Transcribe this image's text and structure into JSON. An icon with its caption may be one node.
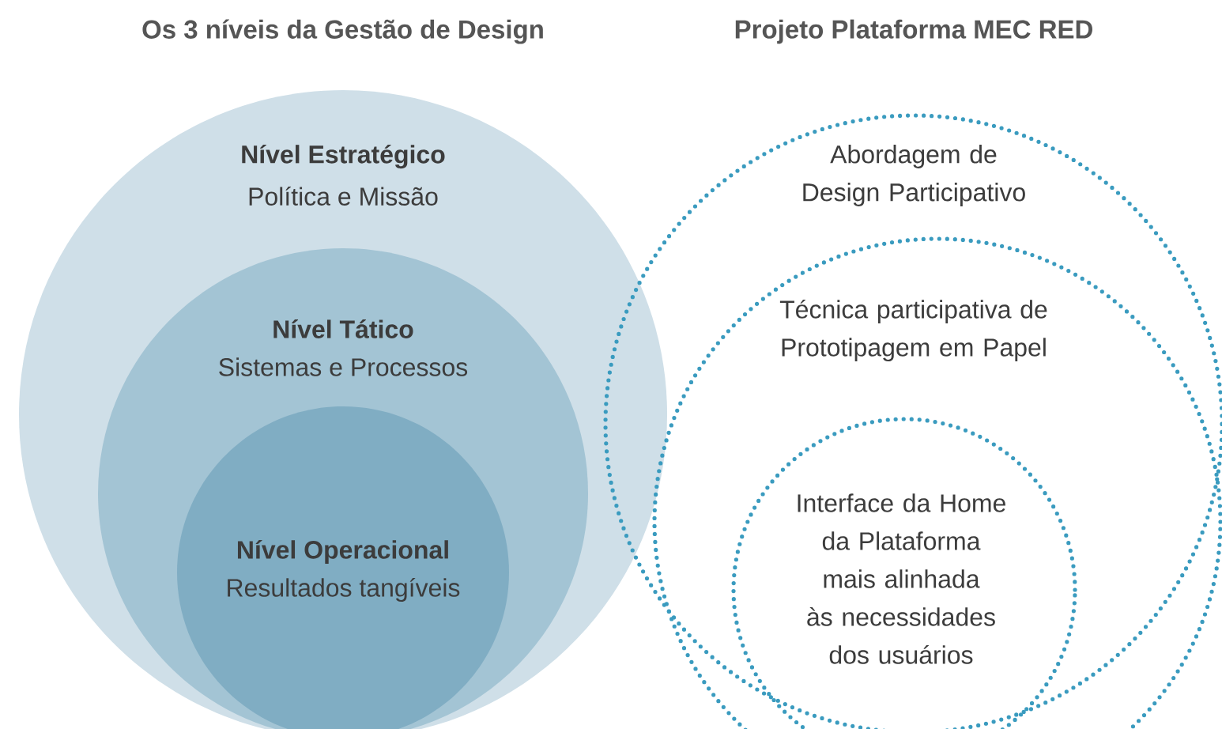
{
  "diagram": {
    "nodes": [
      {
        "text": [
          "Nível Estratégico",
          "Política e Missão"
        ]
      },
      {
        "text": [
          "Nível Tático",
          "Sistemas e Processos"
        ],
        "in": 0
      },
      {
        "text": [
          "Nível Operacional",
          "Resultados tangíveis"
        ],
        "in": 1
      },
      {
        "text": [
          "Abordagem de Design Participativo"
        ]
      },
      {
        "text": [
          "Técnica participativa de Prototipagem em Papel"
        ],
        "in": 3
      },
      {
        "text": [
          "Interface da Home da Plataforma mais alinhada às necessidades dos usuários"
        ],
        "in": 4
      }
    ],
    "labels": [
      "Os 3 níveis da Gestão de Design",
      "Projeto Plataforma MEC RED"
    ]
  }
}
